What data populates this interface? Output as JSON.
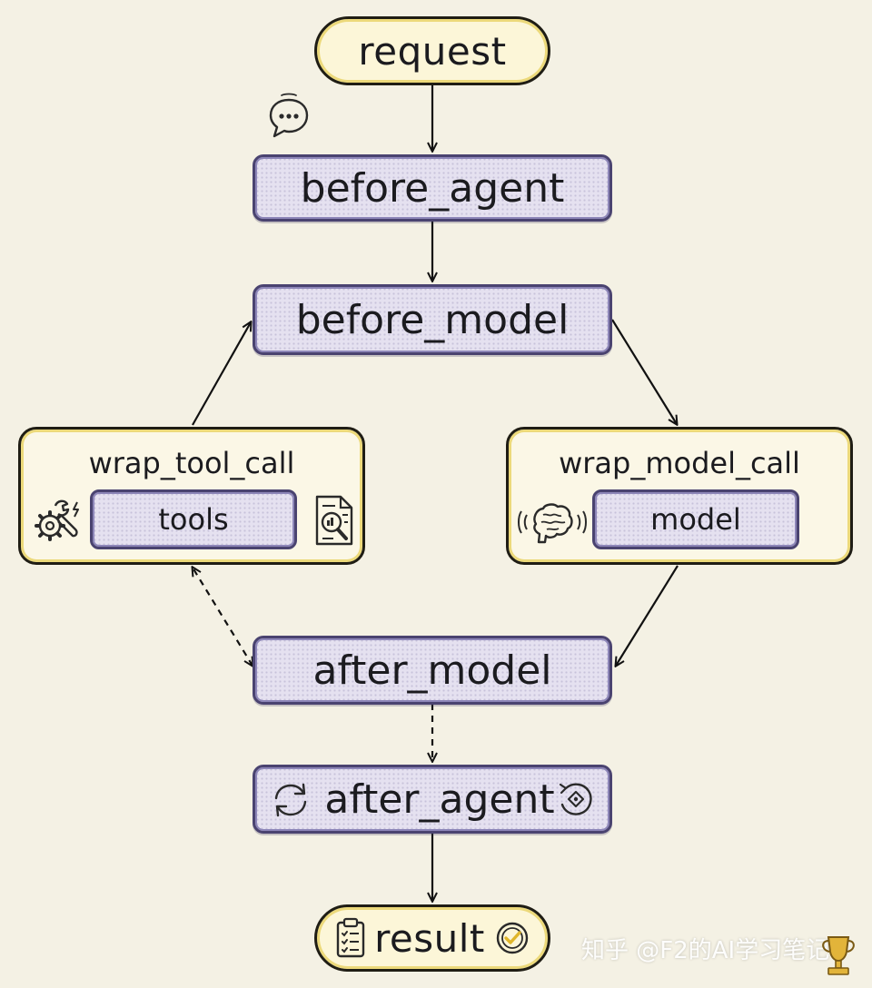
{
  "nodes": {
    "request": "request",
    "before_agent": "before_agent",
    "before_model": "before_model",
    "wrap_tool_call": {
      "title": "wrap_tool_call",
      "inner": "tools"
    },
    "wrap_model_call": {
      "title": "wrap_model_call",
      "inner": "model"
    },
    "after_model": "after_model",
    "after_agent": "after_agent",
    "result": "result"
  },
  "edges": [
    {
      "from": "request",
      "to": "before_agent",
      "style": "solid"
    },
    {
      "from": "before_agent",
      "to": "before_model",
      "style": "solid"
    },
    {
      "from": "before_model",
      "to": "wrap_model_call",
      "style": "solid"
    },
    {
      "from": "wrap_model_call",
      "to": "after_model",
      "style": "solid"
    },
    {
      "from": "after_model",
      "to": "wrap_tool_call",
      "style": "dashed",
      "bidirectional": true
    },
    {
      "from": "wrap_tool_call",
      "to": "before_model",
      "style": "solid"
    },
    {
      "from": "after_model",
      "to": "after_agent",
      "style": "dashed"
    },
    {
      "from": "after_agent",
      "to": "result",
      "style": "solid"
    }
  ],
  "icons": [
    "chat-bubble-icon",
    "wrench-gear-icon",
    "document-search-icon",
    "brain-icon",
    "refresh-icon",
    "rewind-icon",
    "clipboard-icon",
    "check-badge-icon",
    "trophy-icon"
  ],
  "watermark": "知乎 @F2的AI学习笔记",
  "colors": {
    "background": "#f4f1e4",
    "step_fill": "#e5e1f0",
    "step_border": "#4a4370",
    "pill_fill": "#fcf6d8",
    "group_fill": "#fbf7e6",
    "accent_yellow": "#ecd97a"
  }
}
